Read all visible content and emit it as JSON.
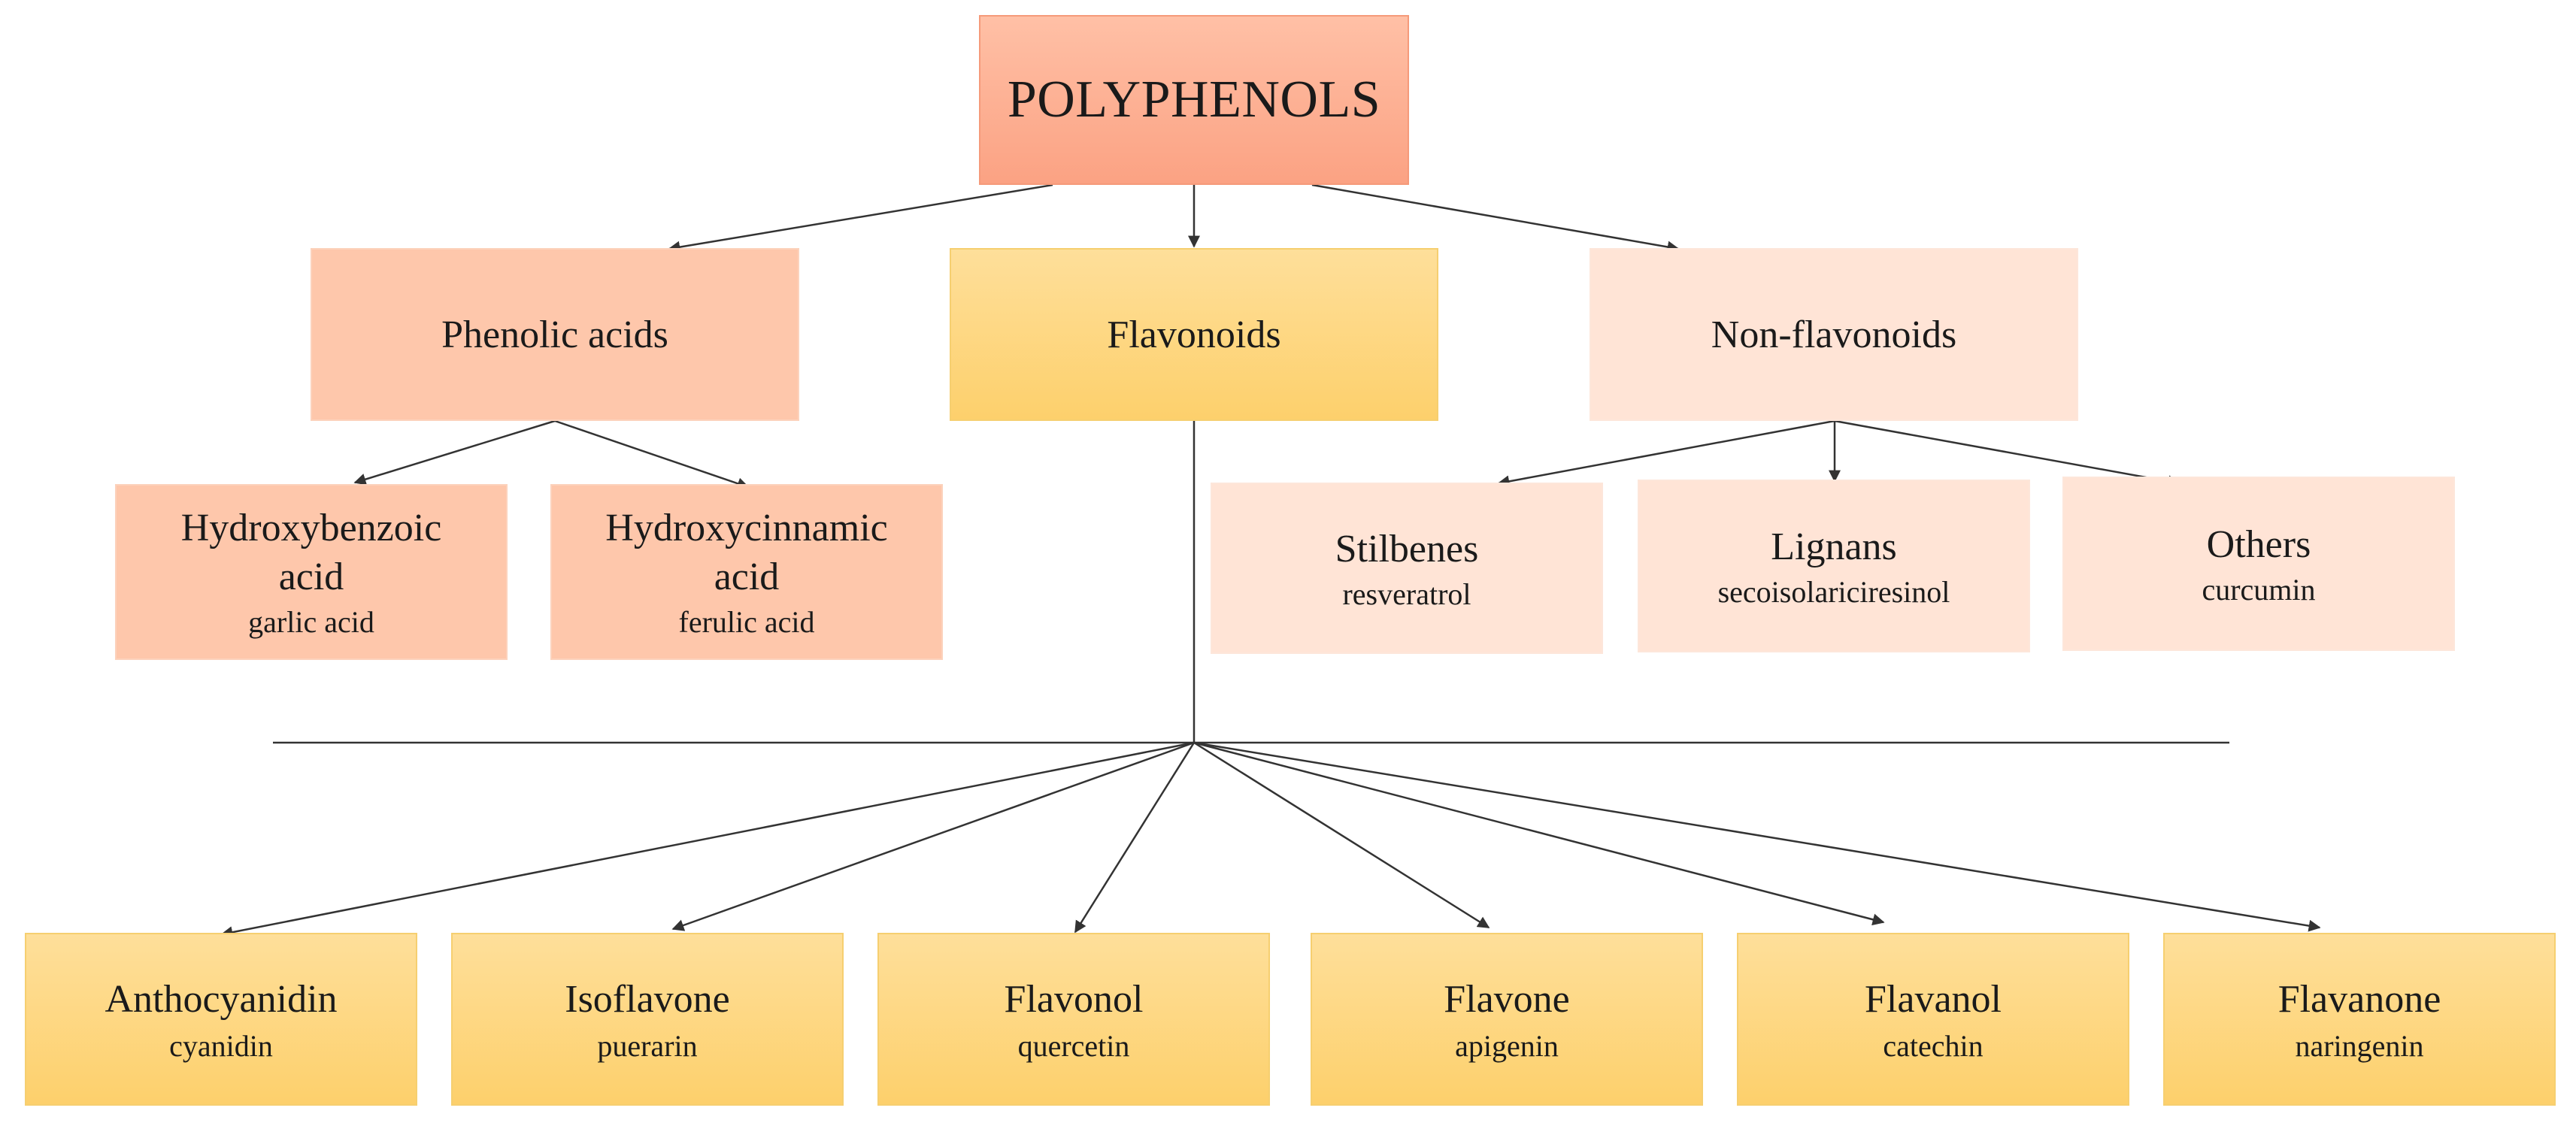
{
  "root": {
    "label": "POLYPHENOLS"
  },
  "classes": {
    "phenolic": "Phenolic acids",
    "flavonoids": "Flavonoids",
    "nonflavonoids": "Non-flavonoids"
  },
  "phenolic_subclasses": [
    {
      "name": "Hydroxybenzoic acid",
      "example": "garlic acid"
    },
    {
      "name": "Hydroxycinnamic acid",
      "example": "ferulic acid"
    }
  ],
  "nonflavonoid_subclasses": [
    {
      "name": "Stilbenes",
      "example": "resveratrol"
    },
    {
      "name": "Lignans",
      "example": "secoisolariciresinol"
    },
    {
      "name": "Others",
      "example": "curcumin"
    }
  ],
  "flavonoid_subclasses": [
    {
      "name": "Anthocyanidin",
      "example": "cyanidin"
    },
    {
      "name": "Isoflavone",
      "example": "puerarin"
    },
    {
      "name": "Flavonol",
      "example": "quercetin"
    },
    {
      "name": "Flavone",
      "example": "apigenin"
    },
    {
      "name": "Flavanol",
      "example": "catechin"
    },
    {
      "name": "Flavanone",
      "example": "naringenin"
    }
  ],
  "colors": {
    "root": "#fba283",
    "phenolic": "#fec7ab",
    "flavonoids": "#fdd06c",
    "nonflavonoids": "#ffe4d6",
    "connector": "#333333"
  }
}
